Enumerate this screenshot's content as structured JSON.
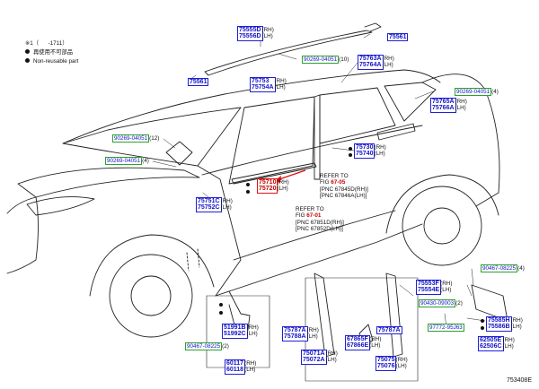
{
  "legend": {
    "head_left": "※1（",
    "head_right": "-1711）",
    "items": [
      {
        "icon": "filled-dot",
        "text": "再使用不可部品"
      },
      {
        "icon": "filled-dot",
        "text": "Non-reusable part"
      }
    ]
  },
  "diagram_id": "753408E",
  "sides": {
    "rh": "(RH)",
    "lh": "(LH)"
  },
  "parts": [
    {
      "id": "p75555d",
      "rows": [
        {
          "code": "75555D",
          "side": "(RH)"
        },
        {
          "code": "75556D",
          "side": "(LH)"
        }
      ]
    },
    {
      "id": "p75561a",
      "rows": [
        {
          "code": "75561",
          "side": ""
        }
      ]
    },
    {
      "id": "p75561b",
      "rows": [
        {
          "code": "75561",
          "side": ""
        }
      ]
    },
    {
      "id": "p75753",
      "rows": [
        {
          "code": "75753",
          "side": "(RH)"
        },
        {
          "code": "75754A",
          "side": "(LH)"
        }
      ]
    },
    {
      "id": "p75763",
      "rows": [
        {
          "code": "75763A",
          "side": "(RH)"
        },
        {
          "code": "75764A",
          "side": "(LH)"
        }
      ]
    },
    {
      "id": "p75765",
      "rows": [
        {
          "code": "75765A",
          "side": "(RH)"
        },
        {
          "code": "75766A",
          "side": "(LH)"
        }
      ]
    },
    {
      "id": "p75730",
      "rows": [
        {
          "code": "75730",
          "side": "(RH)"
        },
        {
          "code": "75740",
          "side": "(LH)"
        }
      ]
    },
    {
      "id": "p75710",
      "red": true,
      "rows": [
        {
          "code": "75710",
          "side": "(RH)"
        },
        {
          "code": "75720",
          "side": "(LH)"
        }
      ]
    },
    {
      "id": "p75751",
      "rows": [
        {
          "code": "75751C",
          "side": "(RH)"
        },
        {
          "code": "75752C",
          "side": "(LH)"
        }
      ]
    },
    {
      "id": "p75553",
      "rows": [
        {
          "code": "75553F",
          "side": "(RH)"
        },
        {
          "code": "75554E",
          "side": "(LH)"
        }
      ]
    },
    {
      "id": "p75585",
      "rows": [
        {
          "code": "75585H",
          "side": "(RH)"
        },
        {
          "code": "75586B",
          "side": "(LH)"
        }
      ]
    },
    {
      "id": "p62505",
      "rows": [
        {
          "code": "62505E",
          "side": "(RH)"
        },
        {
          "code": "62506C",
          "side": "(LH)"
        }
      ]
    },
    {
      "id": "p51991",
      "rows": [
        {
          "code": "51991B",
          "side": "(RH)"
        },
        {
          "code": "51992C",
          "side": "(LH)"
        }
      ]
    },
    {
      "id": "p60117",
      "rows": [
        {
          "code": "60117",
          "side": "(RH)"
        },
        {
          "code": "60118",
          "side": "(LH)"
        }
      ]
    },
    {
      "id": "p75787a",
      "rows": [
        {
          "code": "75787A",
          "side": "(RH)"
        },
        {
          "code": "75788A",
          "side": "(LH)"
        }
      ]
    },
    {
      "id": "p75071",
      "rows": [
        {
          "code": "75071A",
          "side": "(RH)"
        },
        {
          "code": "75072A",
          "side": "(LH)"
        }
      ]
    },
    {
      "id": "p67865",
      "rows": [
        {
          "code": "67865F",
          "side": "(RH)"
        },
        {
          "code": "67866E",
          "side": "(LH)"
        }
      ]
    },
    {
      "id": "p75787b",
      "rows": [
        {
          "code": "75787A",
          "side": ""
        }
      ]
    },
    {
      "id": "p75075",
      "rows": [
        {
          "code": "75075",
          "side": "(RH)"
        },
        {
          "code": "75076",
          "side": "(LH)"
        }
      ]
    }
  ],
  "bolts": [
    {
      "id": "b1",
      "code": "90269-04051",
      "qty": "(10)"
    },
    {
      "id": "b2",
      "code": "90269-04051",
      "qty": "(4)"
    },
    {
      "id": "b3",
      "code": "90269-04051",
      "qty": "(12)"
    },
    {
      "id": "b4",
      "code": "90269-04051",
      "qty": "(4)"
    },
    {
      "id": "b5",
      "code": "90467-08225",
      "qty": "(4)"
    },
    {
      "id": "b6",
      "code": "90430-09003",
      "qty": "(2)"
    },
    {
      "id": "b7",
      "code": "97772-95J63",
      "qty": ""
    },
    {
      "id": "b8",
      "code": "90467-08225",
      "qty": "(2)"
    }
  ],
  "refs": [
    {
      "id": "r1",
      "line1": "REFER TO",
      "fig_prefix": "FIG ",
      "fig": "67-05",
      "line3": "[PNC 67845D(RH)]",
      "line4": "[PNC 67846A(LH)]"
    },
    {
      "id": "r2",
      "line1": "REFER TO",
      "fig_prefix": "FIG ",
      "fig": "67-01",
      "line3": "[PNC 67851D(RH)]",
      "line4": "[PNC 67852D(LH)]"
    }
  ],
  "colors": {
    "part_border": "#1f1fd6",
    "part_text": "#1212c8",
    "bolt_border": "#2aa12a",
    "highlight": "#e01010"
  }
}
